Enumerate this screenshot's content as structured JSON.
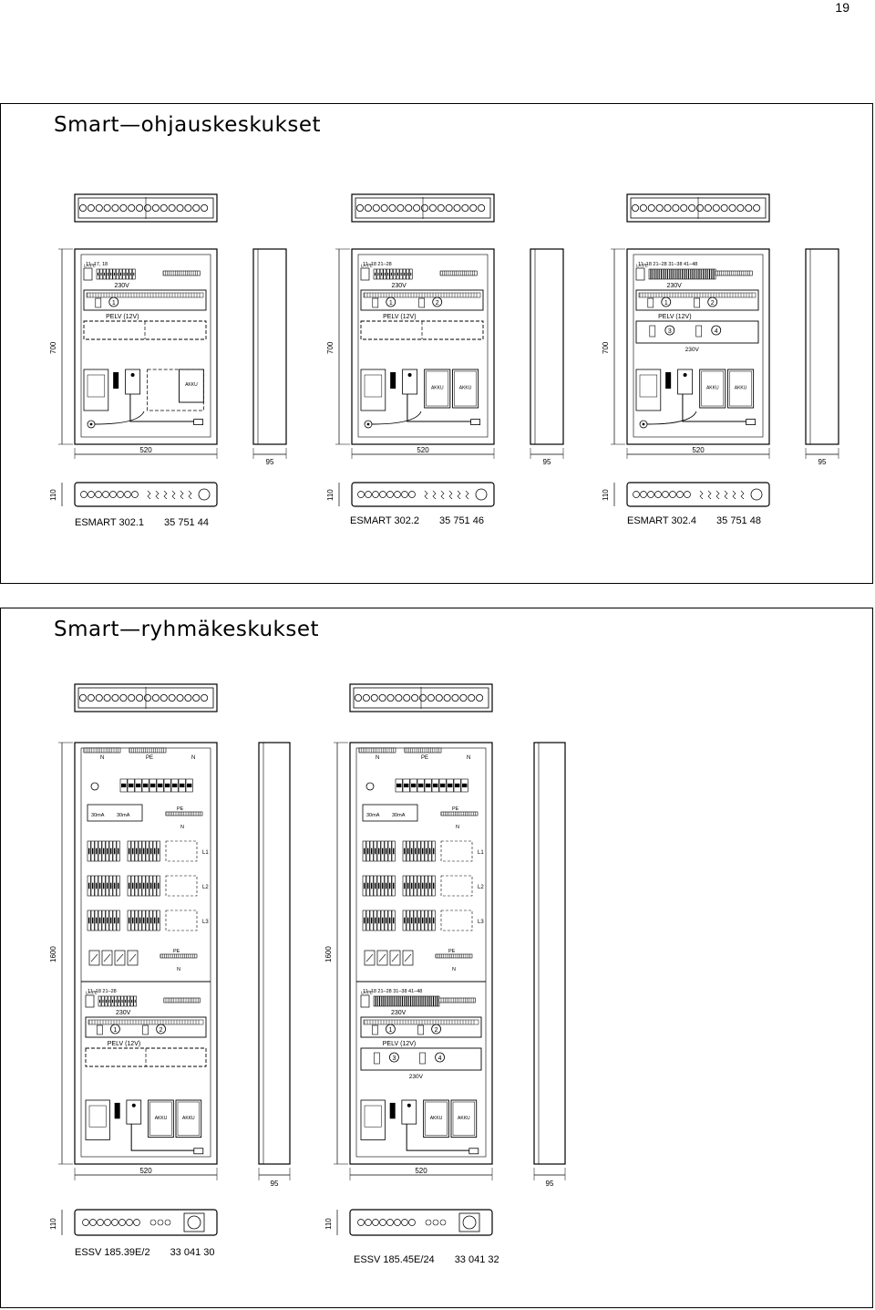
{
  "page_number": "19",
  "sections": [
    {
      "title": "Smart—ohjauskeskukset",
      "units": [
        {
          "model": "ESMART 302.1",
          "code": "35 751 44",
          "height": "700",
          "width": "520",
          "depth": "95",
          "top_depth": "110",
          "breakers_label": "11–17, 18",
          "supply_label": "230V",
          "pelv_label": "PELV (12V)",
          "battery_label": "AKKU",
          "lapl_label": "LA.PE",
          "circuits": [
            "1"
          ]
        },
        {
          "model": "ESMART 302.2",
          "code": "35 751 46",
          "height": "700",
          "width": "520",
          "depth": "95",
          "top_depth": "110",
          "breakers_label": "11–18  21–28",
          "supply_label": "230V",
          "pelv_label": "PELV (12V)",
          "battery_label": "AKKU",
          "lapl_label": "LA.PE",
          "circuits": [
            "1",
            "2"
          ]
        },
        {
          "model": "ESMART 302.4",
          "code": "35 751 48",
          "height": "700",
          "width": "520",
          "depth": "95",
          "top_depth": "110",
          "breakers_label": "11–18  21–28  31–38  41–48",
          "supply_label": "230V",
          "pelv_label": "PELV (12V)",
          "battery_label": "AKKU",
          "lapl_label": "LA.PE",
          "circuits": [
            "1",
            "2",
            "3",
            "4"
          ]
        }
      ]
    },
    {
      "title": "Smart—ryhmäkeskukset",
      "units": [
        {
          "model": "ESSV 185.39E/2",
          "code": "33 041 30",
          "height": "1600",
          "width": "520",
          "depth": "95",
          "top_depth": "110",
          "breakers_label": "11–18  21–28",
          "supply_label": "230V",
          "pelv_label": "PELV (12V)",
          "battery_label": "AKKU",
          "lapl_label": "LA.PE",
          "rcd_label": "30mA",
          "n_label": "N",
          "pe_label": "PE",
          "phases": [
            "L1",
            "L2",
            "L3"
          ],
          "circuits": [
            "1",
            "2"
          ]
        },
        {
          "model": "ESSV 185.45E/24",
          "code": "33 041 32",
          "height": "1600",
          "width": "520",
          "depth": "95",
          "top_depth": "110",
          "breakers_label": "11–18  21–28  31–38  41–48",
          "supply_label": "230V",
          "pelv_label": "PELV (12V)",
          "battery_label": "AKKU",
          "lapl_label": "LA.PE",
          "rcd_label": "30mA",
          "n_label": "N",
          "pe_label": "PE",
          "phases": [
            "L1",
            "L2",
            "L3"
          ],
          "circuits": [
            "1",
            "2",
            "3",
            "4"
          ]
        }
      ]
    }
  ]
}
